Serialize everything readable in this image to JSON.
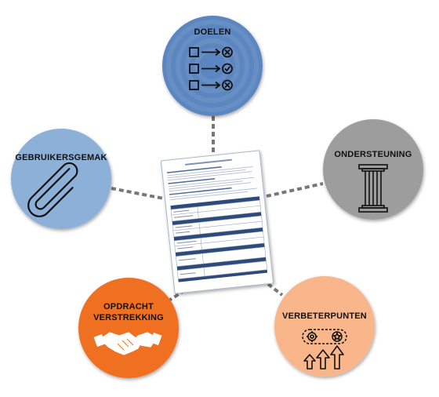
{
  "colors": {
    "doelen": "#5b86bf",
    "ondersteuning": "#9d9d9d",
    "gebruikersgemak": "#8db0d9",
    "opdracht": "#f07020",
    "verbeterpunten": "#f9b68a",
    "connector": "#777777",
    "doc_band": "#2e4a7a"
  },
  "nodes": {
    "doelen": {
      "label": "DOELEN",
      "icon": "checklist-icon"
    },
    "ondersteuning": {
      "label": "ONDERSTEUNING",
      "icon": "pillar-icon"
    },
    "gebruikersgemak": {
      "label": "GEBRUIKERSGEMAK",
      "icon": "paperclip-icon"
    },
    "opdracht": {
      "label_line1": "OPDRACHT",
      "label_line2": "VERSTREKKING",
      "icon": "handshake-icon"
    },
    "verbeterpunten": {
      "label": "VERBETERPUNTEN",
      "icon": "improvement-icon"
    }
  },
  "document": {
    "icon": "form-document-icon"
  }
}
